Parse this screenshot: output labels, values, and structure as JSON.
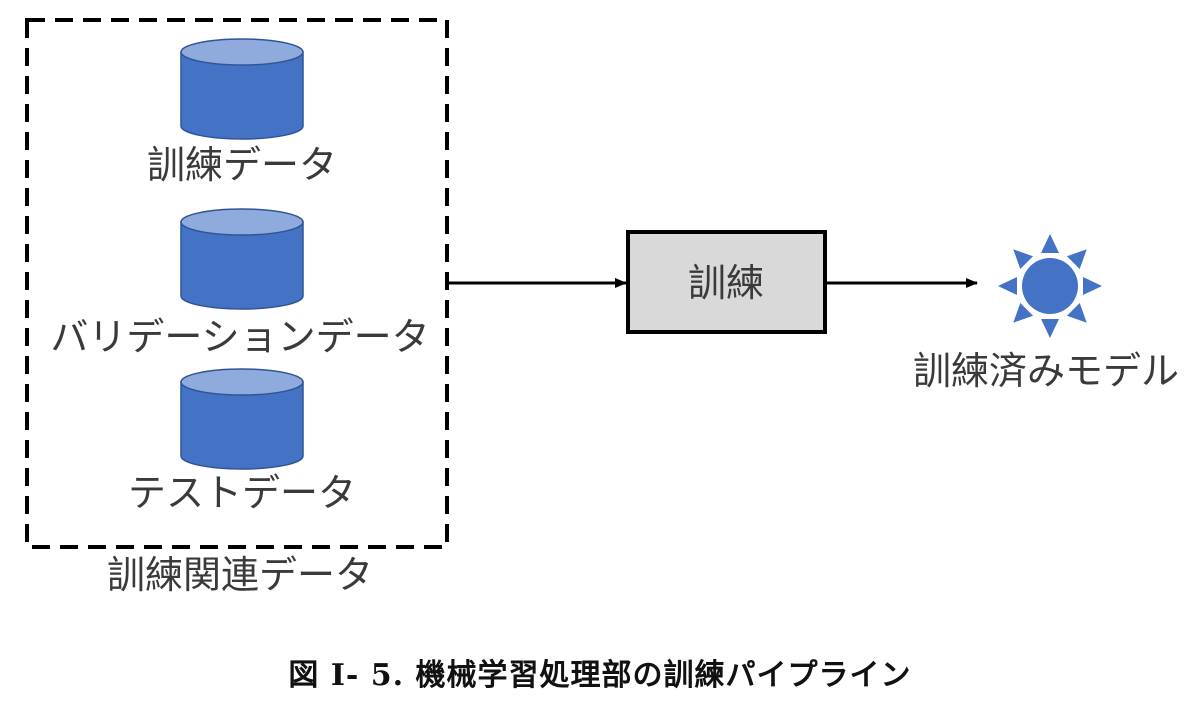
{
  "datasets": {
    "group_label": "訓練関連データ",
    "items": [
      {
        "label": "訓練データ"
      },
      {
        "label": "バリデーションデータ"
      },
      {
        "label": "テストデータ"
      }
    ]
  },
  "process": {
    "label": "訓練"
  },
  "output": {
    "label": "訓練済みモデル",
    "icon": "sun-icon"
  },
  "caption": "図 I- 5. 機械学習処理部の訓練パイプライン",
  "colors": {
    "cylinder_body": "#4472C4",
    "cylinder_top": "#8FAADC",
    "cylinder_stroke": "#2F5597",
    "process_fill": "#D9D9D9",
    "sun": "#4472C4",
    "line": "#000000"
  }
}
